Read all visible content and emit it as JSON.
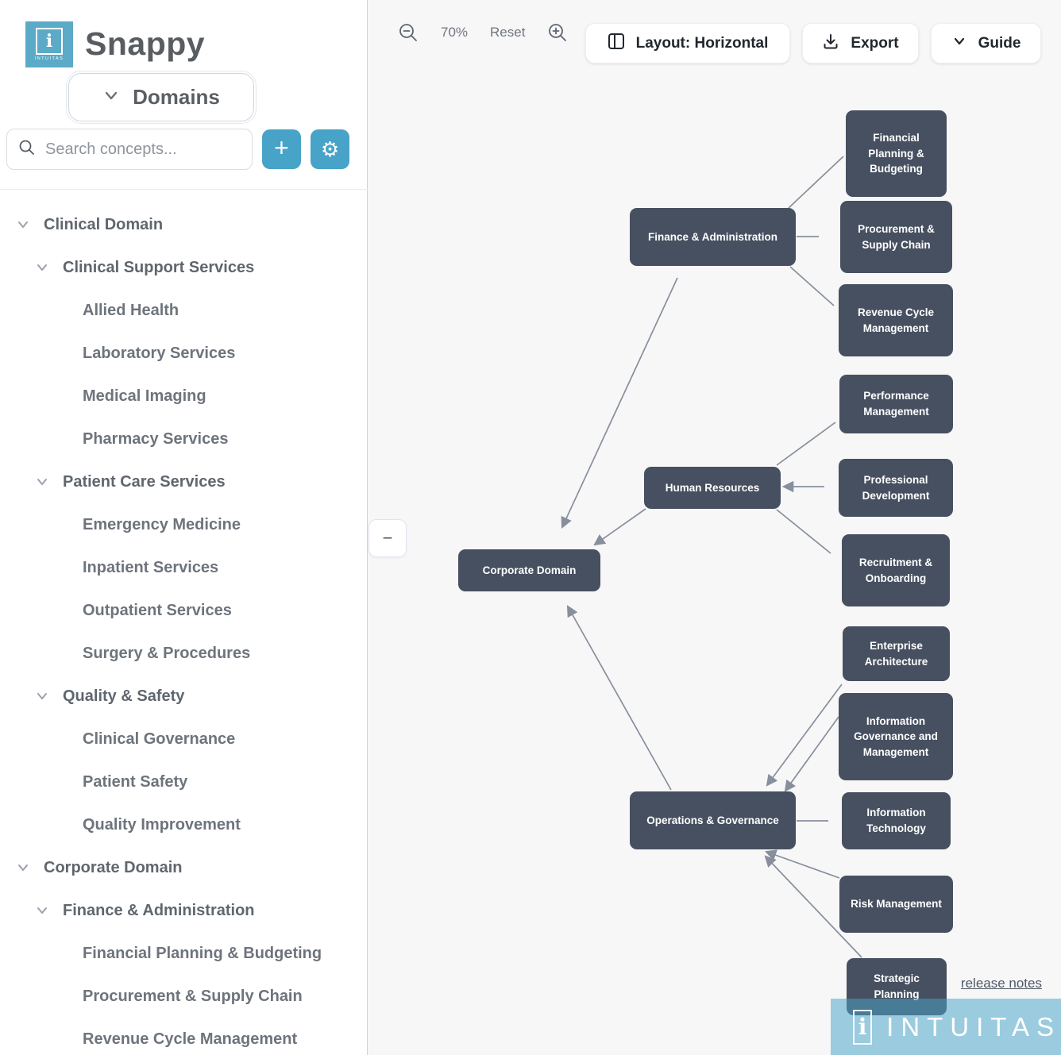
{
  "app": {
    "title": "Snappy",
    "logo_letter": "i",
    "logo_subtext": "INTUITAS"
  },
  "sidebar": {
    "domain_selector_label": "Domains",
    "search_placeholder": "Search concepts...",
    "tree": [
      {
        "label": "Clinical Domain",
        "level": 1,
        "expanded": true
      },
      {
        "label": "Clinical Support Services",
        "level": 2,
        "expanded": true
      },
      {
        "label": "Allied Health",
        "level": 3
      },
      {
        "label": "Laboratory Services",
        "level": 3
      },
      {
        "label": "Medical Imaging",
        "level": 3
      },
      {
        "label": "Pharmacy Services",
        "level": 3
      },
      {
        "label": "Patient Care Services",
        "level": 2,
        "expanded": true
      },
      {
        "label": "Emergency Medicine",
        "level": 3
      },
      {
        "label": "Inpatient Services",
        "level": 3
      },
      {
        "label": "Outpatient Services",
        "level": 3
      },
      {
        "label": "Surgery & Procedures",
        "level": 3
      },
      {
        "label": "Quality & Safety",
        "level": 2,
        "expanded": true
      },
      {
        "label": "Clinical Governance",
        "level": 3
      },
      {
        "label": "Patient Safety",
        "level": 3
      },
      {
        "label": "Quality Improvement",
        "level": 3
      },
      {
        "label": "Corporate Domain",
        "level": 1,
        "expanded": true
      },
      {
        "label": "Finance & Administration",
        "level": 2,
        "expanded": true
      },
      {
        "label": "Financial Planning & Budgeting",
        "level": 3
      },
      {
        "label": "Procurement & Supply Chain",
        "level": 3
      },
      {
        "label": "Revenue Cycle Management",
        "level": 3
      }
    ]
  },
  "toolbar": {
    "zoom_level": "70%",
    "reset_label": "Reset",
    "layout_label": "Layout: Horizontal",
    "export_label": "Export",
    "guide_label": "Guide"
  },
  "icons": {
    "plus": "+",
    "gear": "⚙",
    "minus": "−"
  },
  "graph": {
    "nodes": {
      "fpb": {
        "label": "Financial Planning & Budgeting"
      },
      "psc": {
        "label": "Procurement & Supply Chain"
      },
      "rcm": {
        "label": "Revenue Cycle Management"
      },
      "fa": {
        "label": "Finance & Administration"
      },
      "pm": {
        "label": "Performance Management"
      },
      "pd": {
        "label": "Professional Development"
      },
      "hr": {
        "label": "Human Resources"
      },
      "ro": {
        "label": "Recruitment & Onboarding"
      },
      "cd": {
        "label": "Corporate Domain"
      },
      "ea": {
        "label": "Enterprise Architecture"
      },
      "igm": {
        "label": "Information Governance and Management"
      },
      "it": {
        "label": "Information Technology"
      },
      "og": {
        "label": "Operations & Governance"
      },
      "rm": {
        "label": "Risk Management"
      },
      "sp": {
        "label": "Strategic Planning"
      }
    },
    "edges": [
      {
        "from": "fa",
        "to": "fpb"
      },
      {
        "from": "fa",
        "to": "psc"
      },
      {
        "from": "fa",
        "to": "rcm"
      },
      {
        "from": "fa",
        "to": "cd",
        "arrow": true
      },
      {
        "from": "pd",
        "to": "hr",
        "arrow": true
      },
      {
        "from": "pm",
        "to": "hr"
      },
      {
        "from": "ro",
        "to": "hr"
      },
      {
        "from": "hr",
        "to": "cd",
        "arrow": true
      },
      {
        "from": "ea",
        "to": "og",
        "arrow": true
      },
      {
        "from": "igm",
        "to": "og",
        "arrow": true
      },
      {
        "from": "it",
        "to": "og"
      },
      {
        "from": "rm",
        "to": "og",
        "arrow": true
      },
      {
        "from": "sp",
        "to": "og",
        "arrow": true
      },
      {
        "from": "og",
        "to": "cd",
        "arrow": true
      }
    ]
  },
  "footer": {
    "release_notes_label": "release notes",
    "watermark_letter": "i",
    "watermark_text": "INTUITAS"
  },
  "colors": {
    "accent_teal": "#47a3c8",
    "logo_teal": "#5aaac8",
    "node_bg": "#475060",
    "edge_gray": "#878e9c",
    "canvas_bg": "#f7f7f7"
  }
}
